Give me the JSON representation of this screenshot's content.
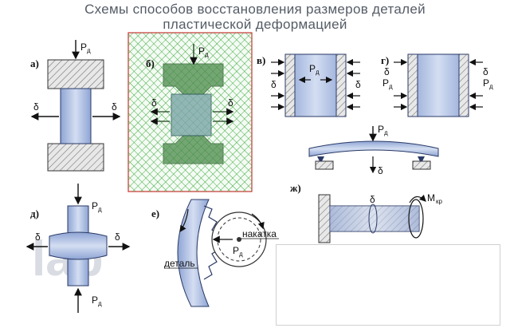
{
  "header": {
    "title_line1": "Схемы способов восстановления размеров деталей",
    "title_line2": "пластической деформацией"
  },
  "panels": {
    "a": {
      "letter": "а)",
      "force": "P",
      "force_sub": "д",
      "delta": "δ"
    },
    "b": {
      "letter": "б)",
      "force": "P",
      "force_sub": "д",
      "delta": "δ"
    },
    "v": {
      "letter": "в)",
      "force": "P",
      "force_sub": "д",
      "delta": "δ"
    },
    "g": {
      "letter": "г)",
      "force": "P",
      "force_sub": "д",
      "delta": "δ"
    },
    "d": {
      "letter": "д)",
      "force": "P",
      "force_sub": "д",
      "delta": "δ"
    },
    "e": {
      "letter": "е)",
      "force": "P",
      "force_sub": "д",
      "tool": "накатка",
      "part": "деталь"
    },
    "bend": {
      "force": "P",
      "force_sub": "д",
      "delta": "δ"
    },
    "zh": {
      "letter": "ж)",
      "delta": "δ",
      "moment": "M",
      "moment_sub": "кр"
    }
  },
  "watermark": "lab",
  "colors": {
    "part_fill": "#b8c8e6",
    "part_stroke": "#2a3a66",
    "hatch": "#777777",
    "selection_green": "#2aa02a",
    "selection_border": "#cc3333",
    "title": "#555c66"
  }
}
